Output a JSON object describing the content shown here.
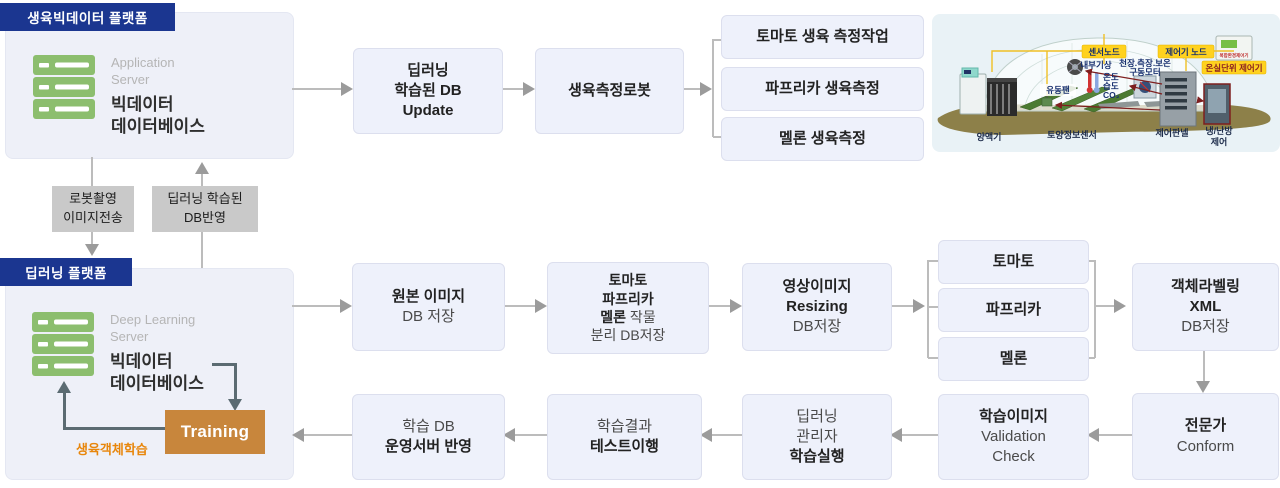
{
  "platform_bigdata": {
    "header": "생육빅데이터 플랫폼",
    "server_role_line1": "Application",
    "server_role_line2": "Server",
    "server_title_line1": "빅데이터",
    "server_title_line2": "데이터베이스"
  },
  "platform_deeplearning": {
    "header": "딥러닝 플랫폼",
    "server_role_line1": "Deep Learning",
    "server_role_line2": "Server",
    "server_title_line1": "빅데이터",
    "server_title_line2": "데이터베이스",
    "training_label": "Training",
    "training_loop_label": "생육객체학습"
  },
  "transfer": {
    "robot_upload_line1": "로봇촬영",
    "robot_upload_line2": "이미지전송",
    "db_reflect_line1": "딥러닝 학습된",
    "db_reflect_line2": "DB반영"
  },
  "flow_top": {
    "db_update_line1": "딥러닝",
    "db_update_line2": "학습된 DB",
    "db_update_line3": "Update",
    "robot": "생육측정로봇",
    "tasks": [
      "토마토 생육 측정작업",
      "파프리카 생육측정",
      "멜론 생육측정"
    ]
  },
  "flow_mid": {
    "original_line1": "원본 이미지",
    "original_line2": "DB 저장",
    "separate_line1": "토마토",
    "separate_line2": "파프리카",
    "separate_line3_bold": "멜론",
    "separate_line3_rest": " 작물",
    "separate_line4": "분리 DB저장",
    "resize_line1": "영상이미지",
    "resize_line2": "Resizing",
    "resize_line3": "DB저장",
    "crops": [
      "토마토",
      "파프리카",
      "멜론"
    ],
    "labeling_line1": "객체라벨링",
    "labeling_line2": "XML",
    "labeling_line3": "DB저장"
  },
  "flow_bottom": {
    "deploy_line1": "학습 DB",
    "deploy_line2": "운영서버 반영",
    "test_line1": "학습결과",
    "test_line2": "테스트이행",
    "train_exec_line1": "딥러닝",
    "train_exec_line2": "관리자",
    "train_exec_line3": "학습실행",
    "validation_line1": "학습이미지",
    "validation_line2": "Validation",
    "validation_line3": "Check",
    "expert_line1": "전문가",
    "expert_line2": "Conform"
  },
  "greenhouse": {
    "sensor_node": "센서노드",
    "controller_node": "제어기 노드",
    "indoor_weather": "내부기상",
    "motor_line1": "천장.측장.보온",
    "motor_line2": "구동모터",
    "temp": "온도",
    "humidity": "습도",
    "co2": "CO₂",
    "fan": "유동팬",
    "unit_controller": "온실단위 제어기",
    "env_controller": "복합환경제어기",
    "nutrient": "양액기",
    "soil_sensor": "토양정보센서",
    "control_panel": "제어판넬",
    "hvac_line1": "냉/난방",
    "hvac_line2": "제어"
  },
  "colors": {
    "header_navy": "#1b3690",
    "box_fill": "#eef1fb",
    "box_border": "#dcdfee",
    "platform_fill": "#eef0f8",
    "server_green": "#8cbe6e",
    "training_orange": "#c8863c",
    "loop_label_orange": "#e8860b",
    "arrow_gray": "#9b9b9b",
    "dark_arrow": "#5b6b72",
    "transfer_box_gray": "#c9c9c9",
    "label_yellow": "#ffd21f"
  }
}
